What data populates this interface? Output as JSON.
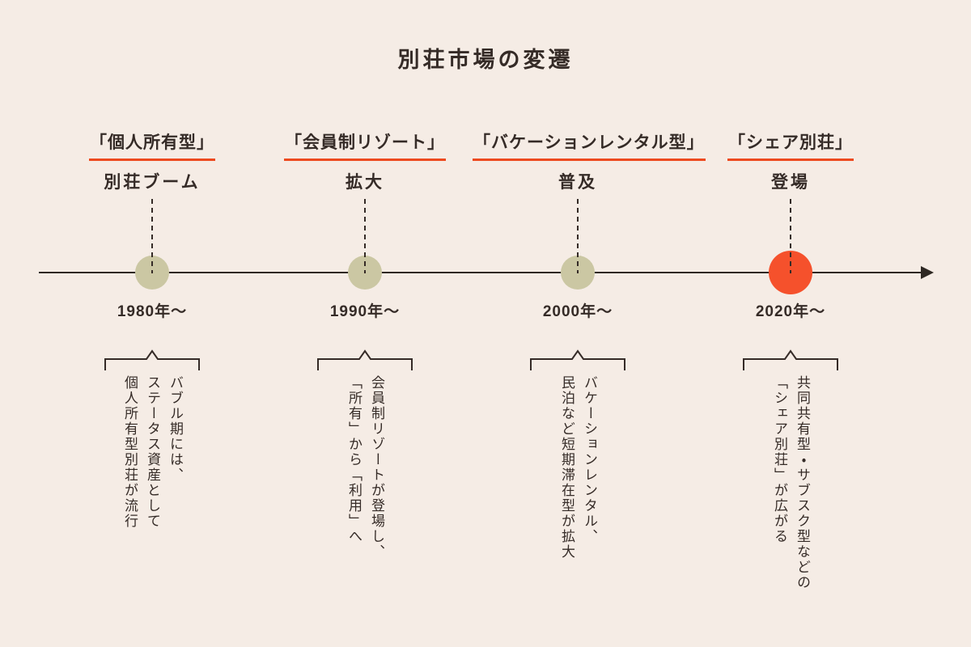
{
  "title": "別荘市場の変遷",
  "colors": {
    "background": "#f5ece5",
    "text": "#352b27",
    "accent_underline": "#ed4a1f",
    "dot_olive": "#cbc7a3",
    "dot_highlight": "#f5512c",
    "line": "#2e2823"
  },
  "milestones": [
    {
      "label": "「個人所有型」",
      "sublabel": "別荘ブーム",
      "year": "1980年〜",
      "description": "バブル期には、\nステータス資産として\n個人所有型別荘が流行",
      "highlight": false
    },
    {
      "label": "「会員制リゾート」",
      "sublabel": "拡大",
      "year": "1990年〜",
      "description": "会員制リゾートが登場し、\n「所有」から「利用」へ",
      "highlight": false
    },
    {
      "label": "「バケーションレンタル型」",
      "sublabel": "普及",
      "year": "2000年〜",
      "description": "バケーションレンタル、\n民泊など短期滞在型が拡大",
      "highlight": false
    },
    {
      "label": "「シェア別荘」",
      "sublabel": "登場",
      "year": "2020年〜",
      "description": "共同共有型・サブスク型などの\n「シェア別荘」が広がる",
      "highlight": true
    }
  ]
}
